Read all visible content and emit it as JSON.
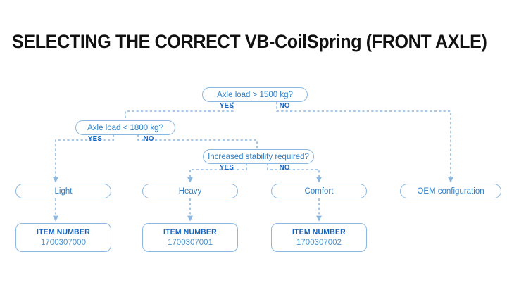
{
  "page": {
    "title": "SELECTING THE CORRECT VB-CoilSpring (FRONT AXLE)",
    "background_color": "#ffffff",
    "accent_color": "#1565c0",
    "line_color": "#8bb8e0",
    "text_color": "#2f7fc4"
  },
  "diagram": {
    "type": "flowchart",
    "decisions": [
      {
        "id": "d1",
        "question": "Axle load > 1500 kg?",
        "yes_label": "YES",
        "no_label": "NO",
        "yes_target": "d2",
        "no_target": "r4"
      },
      {
        "id": "d2",
        "question": "Axle load < 1800 kg?",
        "yes_label": "YES",
        "no_label": "NO",
        "yes_target": "r1",
        "no_target": "d3"
      },
      {
        "id": "d3",
        "question": "Increased stability required?",
        "yes_label": "YES",
        "no_label": "NO",
        "yes_target": "r2",
        "no_target": "r3"
      }
    ],
    "results": [
      {
        "id": "r1",
        "label": "Light"
      },
      {
        "id": "r2",
        "label": "Heavy"
      },
      {
        "id": "r3",
        "label": "Comfort"
      },
      {
        "id": "r4",
        "label": "OEM configuration"
      }
    ],
    "items": [
      {
        "id": "i1",
        "title": "ITEM NUMBER",
        "number": "1700307000",
        "from": "r1"
      },
      {
        "id": "i2",
        "title": "ITEM NUMBER",
        "number": "1700307001",
        "from": "r2"
      },
      {
        "id": "i3",
        "title": "ITEM NUMBER",
        "number": "1700307002",
        "from": "r3"
      }
    ]
  }
}
